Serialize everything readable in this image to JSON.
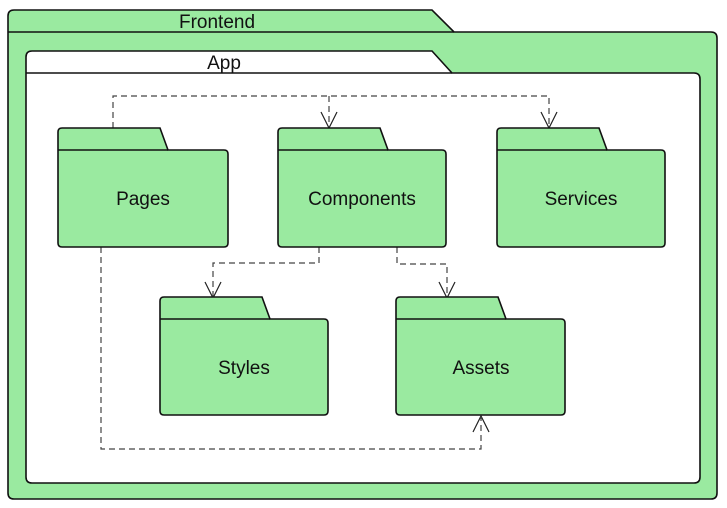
{
  "colors": {
    "package_fill": "#9aeaa0",
    "frame_inner_fill": "#ffffff",
    "stroke": "#111111",
    "dependency_line": "#444444"
  },
  "outer_package": {
    "label": "Frontend"
  },
  "inner_package": {
    "label": "App"
  },
  "packages": {
    "pages": {
      "label": "Pages"
    },
    "components": {
      "label": "Components"
    },
    "services": {
      "label": "Services"
    },
    "styles": {
      "label": "Styles"
    },
    "assets": {
      "label": "Assets"
    }
  },
  "dependencies": [
    {
      "from": "Pages",
      "to": "Components",
      "style": "dashed-open-arrow"
    },
    {
      "from": "Pages",
      "to": "Services",
      "style": "dashed-open-arrow"
    },
    {
      "from": "Pages",
      "to": "Assets",
      "style": "dashed-open-arrow"
    },
    {
      "from": "Components",
      "to": "Styles",
      "style": "dashed-open-arrow"
    },
    {
      "from": "Components",
      "to": "Assets",
      "style": "dashed-open-arrow"
    }
  ]
}
